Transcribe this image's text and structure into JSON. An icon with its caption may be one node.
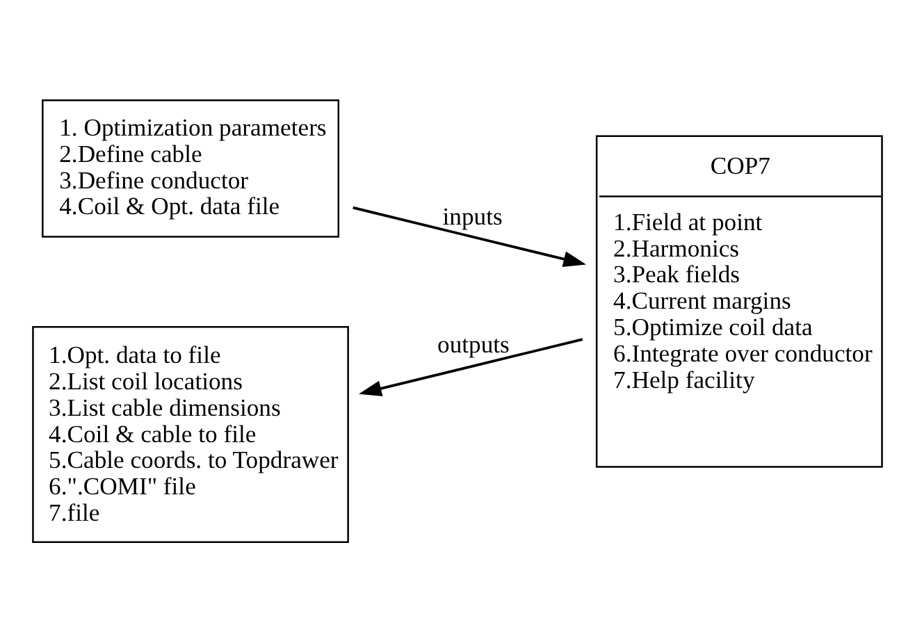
{
  "diagram": {
    "nodes": [
      {
        "text": [
          "1. Optimization parameters",
          "2.Define cable",
          "3.Define conductor",
          "4.Coil & Opt. data file"
        ]
      },
      {
        "text": [
          "COP7",
          "1.Field at point",
          "2.Harmonics",
          "3.Peak fields",
          "4.Current margins",
          "5.Optimize coil data",
          "6.Integrate over conductor",
          "7.Help facility"
        ]
      },
      {
        "text": [
          "1.Opt. data to file",
          "2.List coil locations",
          "3.List cable dimensions",
          "4.Coil & cable to file",
          "5.Cable coords. to Topdrawer",
          "6.\".COMI\" file",
          "7.file"
        ]
      }
    ],
    "edges": [
      {
        "from": 0,
        "to": 1,
        "arrow": "to",
        "label": "inputs"
      },
      {
        "from": 1,
        "to": 2,
        "arrow": "to",
        "label": "outputs"
      }
    ]
  }
}
